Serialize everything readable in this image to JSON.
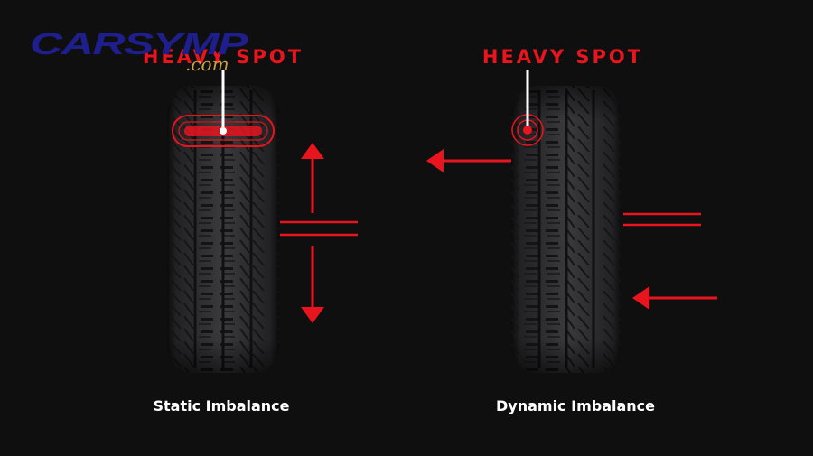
{
  "logo": {
    "brand": "CARSYMP",
    "suffix": ".com",
    "brand_color": "#1e1e8c",
    "suffix_color": "#c8a04a"
  },
  "left_panel": {
    "heavy_spot_label": "HEAVY SPOT",
    "caption": "Static Imbalance"
  },
  "right_panel": {
    "heavy_spot_label": "HEAVY SPOT",
    "caption": "Dynamic Imbalance"
  },
  "colors": {
    "accent": "#e8141e",
    "background": "#0f0f10",
    "caption": "#ffffff",
    "tire": "#2a2a2c"
  }
}
